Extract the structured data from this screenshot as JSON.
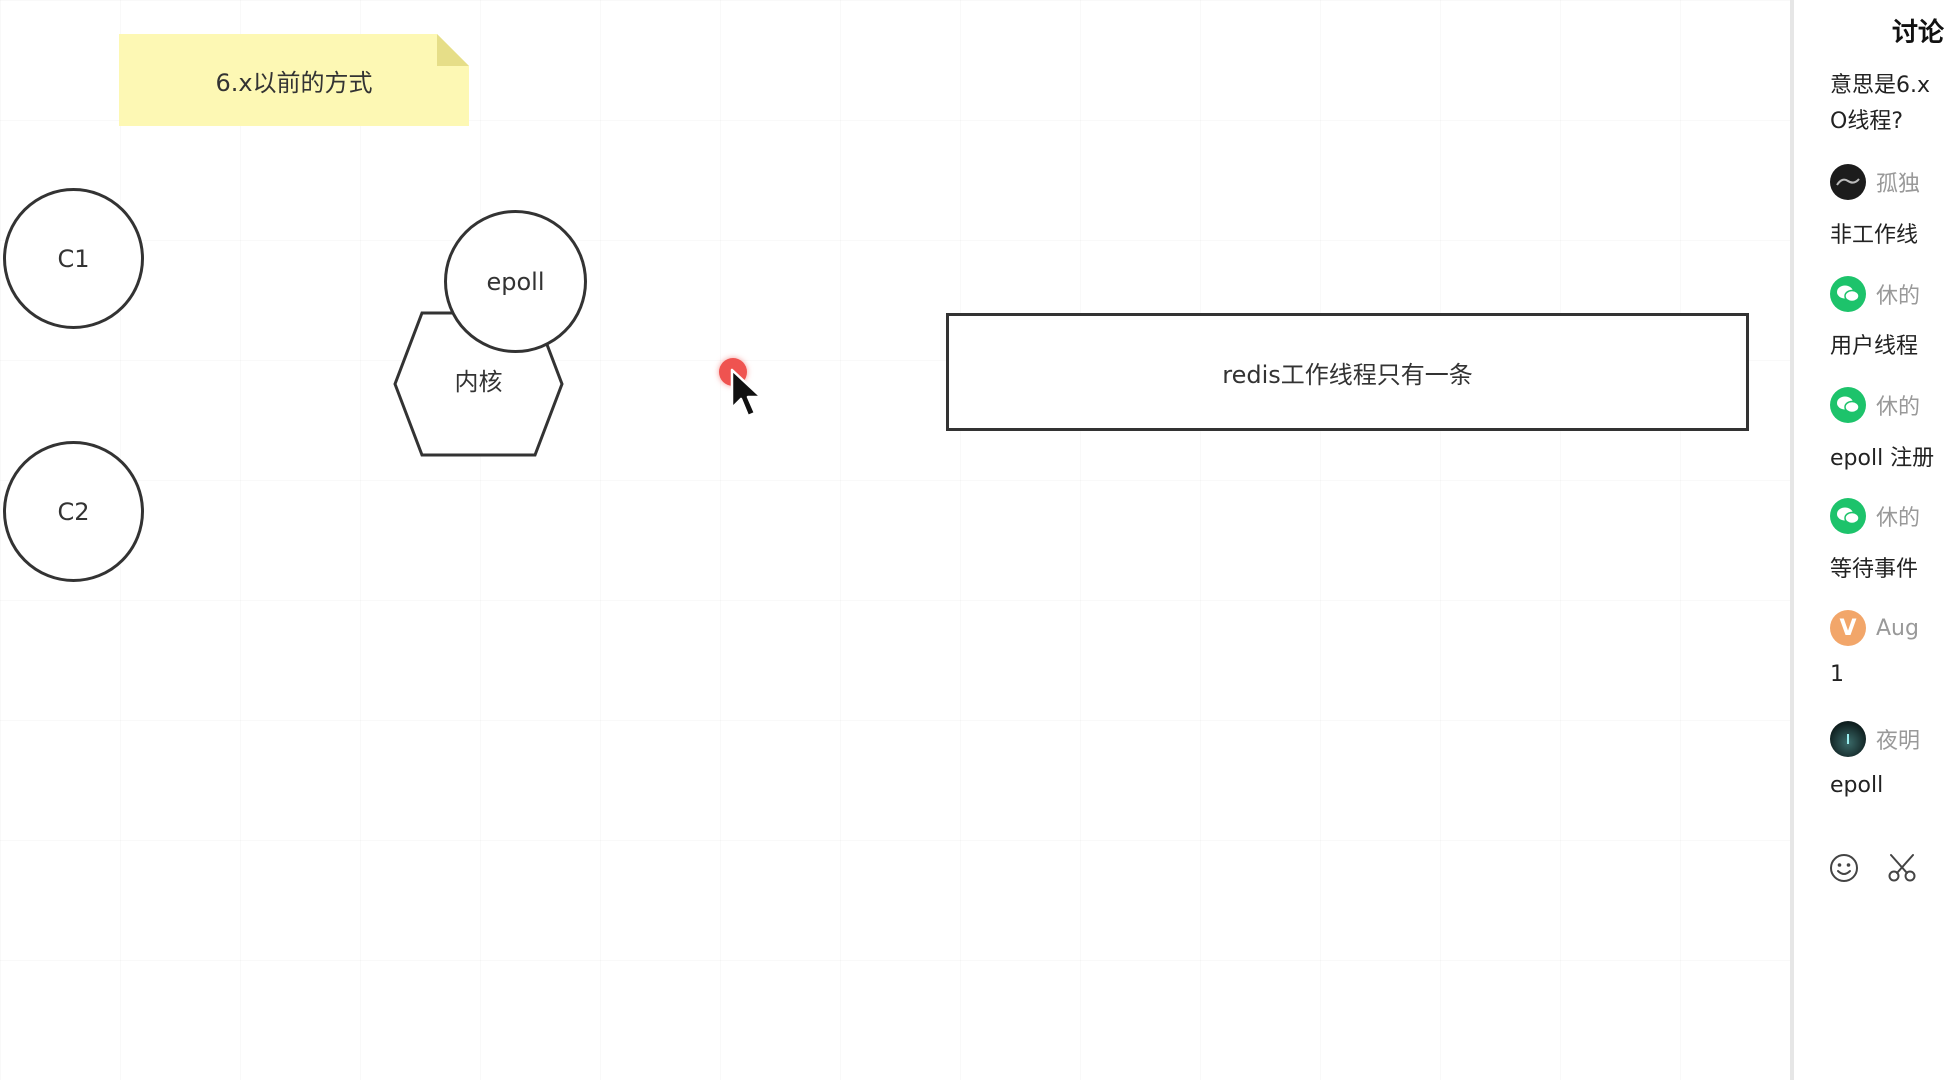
{
  "canvas": {
    "sticky_note": "6.x以前的方式",
    "client1": "C1",
    "client2": "C2",
    "epoll": "epoll",
    "kernel": "内核",
    "redis_box": "redis工作线程只有一条"
  },
  "panel": {
    "title": "讨论",
    "question_line1": "意思是6.x",
    "question_line2": "O线程?",
    "messages": [
      {
        "name": "孤独",
        "text": "非工作线",
        "avatar": "dark"
      },
      {
        "name": "休的",
        "text": "用户线程",
        "avatar": "wechat"
      },
      {
        "name": "休的",
        "text": "epoll 注册",
        "avatar": "wechat"
      },
      {
        "name": "休的",
        "text": "等待事件",
        "avatar": "wechat"
      },
      {
        "name": "Aug",
        "text": "1",
        "avatar": "v",
        "avatar_letter": "V"
      },
      {
        "name": "夜明",
        "text": "epoll",
        "avatar": "dark-teal"
      }
    ],
    "icons": [
      "emoji-icon",
      "scissors-icon"
    ]
  },
  "colors": {
    "sticky": "#fdf8b4",
    "laser": "#ef5350",
    "wechat_green": "#1dc36b",
    "avatar_v": "#f2a66a"
  }
}
